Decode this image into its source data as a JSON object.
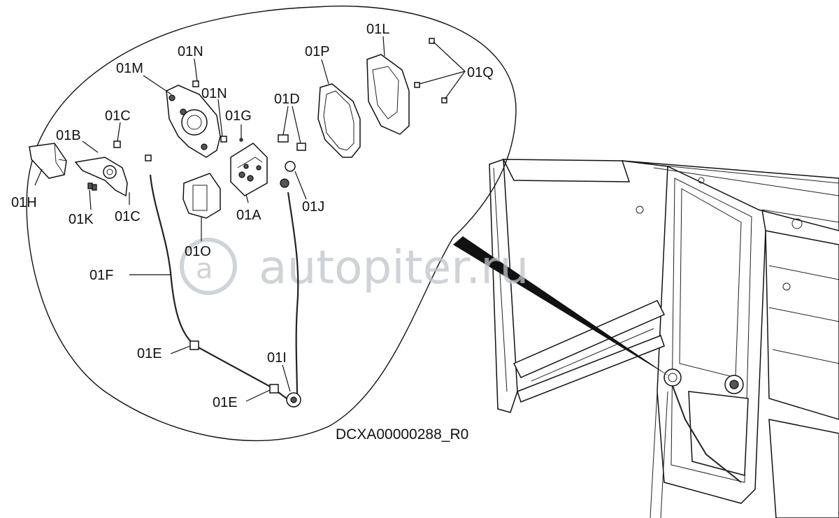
{
  "callouts": {
    "c01N_top": "01N",
    "c01M": "01M",
    "c01N_mid": "01N",
    "c01C_top": "01C",
    "c01G": "01G",
    "c01D": "01D",
    "c01P": "01P",
    "c01L": "01L",
    "c01Q": "01Q",
    "c01B": "01B",
    "c01H": "01H",
    "c01K": "01K",
    "c01C_bottom": "01C",
    "c01A": "01A",
    "c01J": "01J",
    "c01O": "01O",
    "c01F": "01F",
    "c01E_upper": "01E",
    "c01I": "01I",
    "c01E_lower": "01E"
  },
  "drawing_code": "DCXA00000288_R0",
  "watermark": "autopiter.ru"
}
